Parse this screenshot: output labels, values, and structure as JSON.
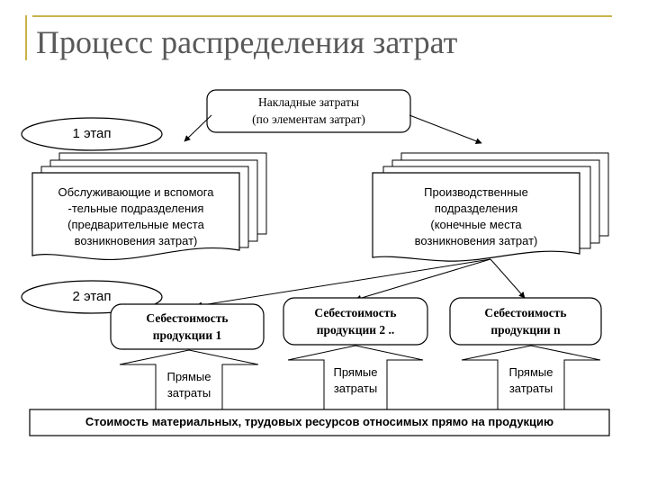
{
  "title": "Процесс распределения затрат",
  "stage1": "1 этап",
  "stage2": "2 этап",
  "overhead": {
    "line1": "Накладные затраты",
    "line2": "(по элементам затрат)"
  },
  "service_dept": {
    "line1": "Обслуживающие и вспомога",
    "line2": "-тельные подразделения",
    "line3": "(предварительные места",
    "line4": "возникновения затрат)"
  },
  "production_dept": {
    "line1": "Производственные",
    "line2": "подразделения",
    "line3": "(конечные места",
    "line4": "возникновения затрат)"
  },
  "costs": [
    {
      "line1": "Себестоимость",
      "line2": "продукции 1"
    },
    {
      "line1": "Себестоимость",
      "line2": "продукции 2 .."
    },
    {
      "line1": "Себестоимость",
      "line2": "продукции n"
    }
  ],
  "direct": {
    "line1": "Прямые",
    "line2": "затраты"
  },
  "bottom": "Стоимость материальных, трудовых ресурсов относимых прямо на продукцию",
  "colors": {
    "accent": "#c8b34a",
    "title": "#595959"
  }
}
